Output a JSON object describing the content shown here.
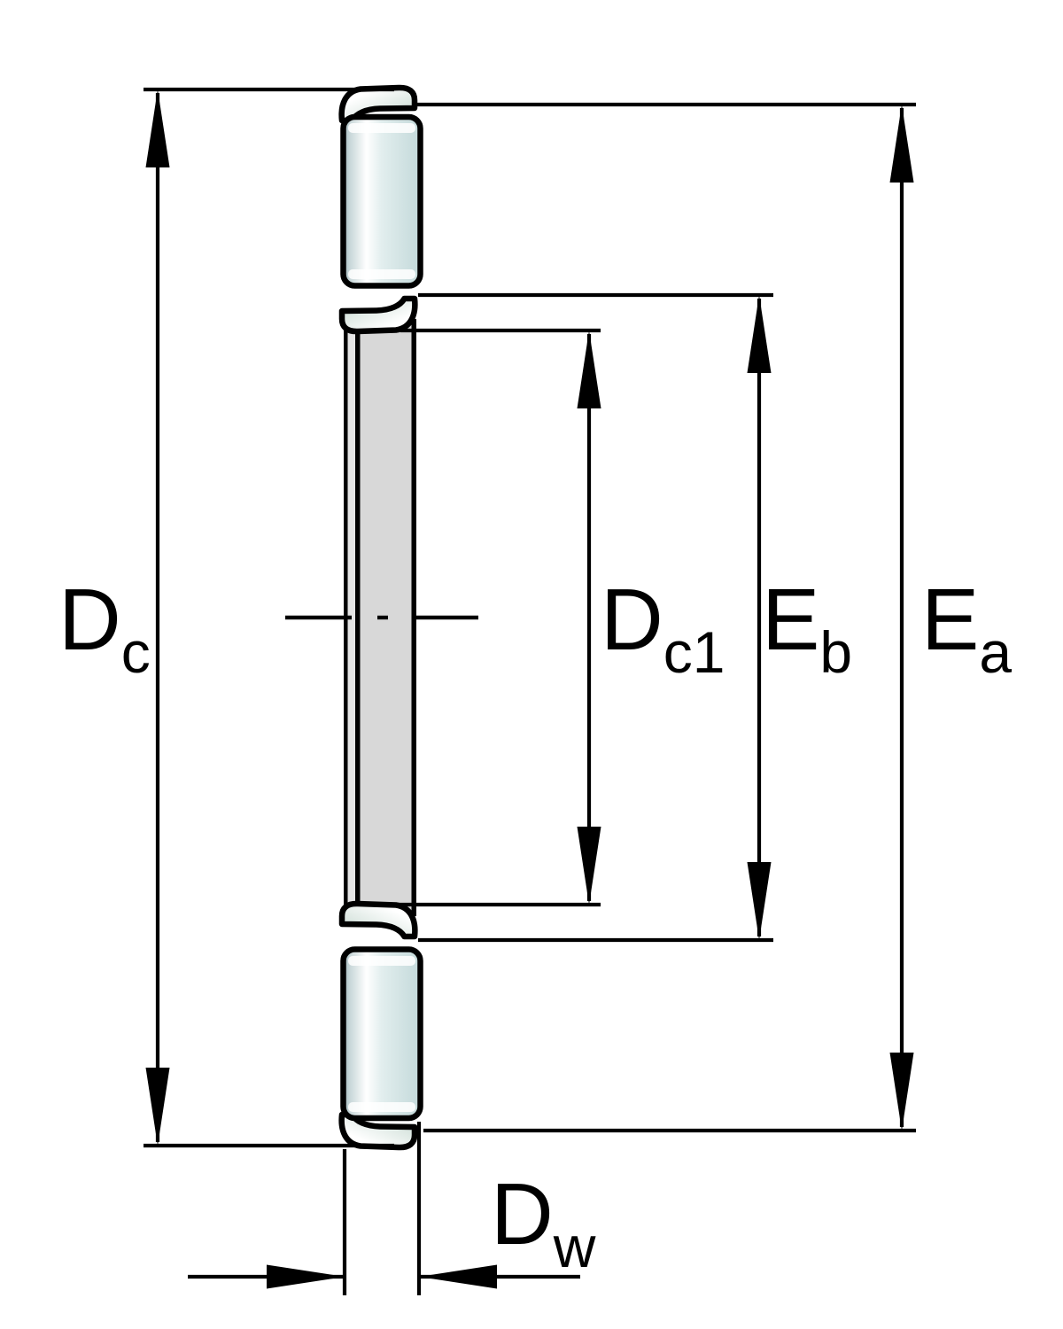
{
  "diagram": {
    "kind": "bearing-cross-section",
    "labels": {
      "dc": {
        "main": "D",
        "sub": "c"
      },
      "dc1": {
        "main": "D",
        "sub": "c1"
      },
      "eb": {
        "main": "E",
        "sub": "b"
      },
      "ea": {
        "main": "E",
        "sub": "a"
      },
      "dw": {
        "main": "D",
        "sub": "w"
      }
    },
    "colors": {
      "background": "#ffffff",
      "outline": "#000000",
      "roller_edge": "#9fb6bb",
      "roller_soft": "#c6d6d8",
      "roller_light": "#ffffff",
      "roller_body": "#e2eeee",
      "roller_shade": "#c3d9da",
      "lip_light": "#ffffff",
      "lip_fill": "#d7e4de",
      "cage_gray": "#d8d8d8",
      "cage_light": "#e4e4e4"
    }
  }
}
